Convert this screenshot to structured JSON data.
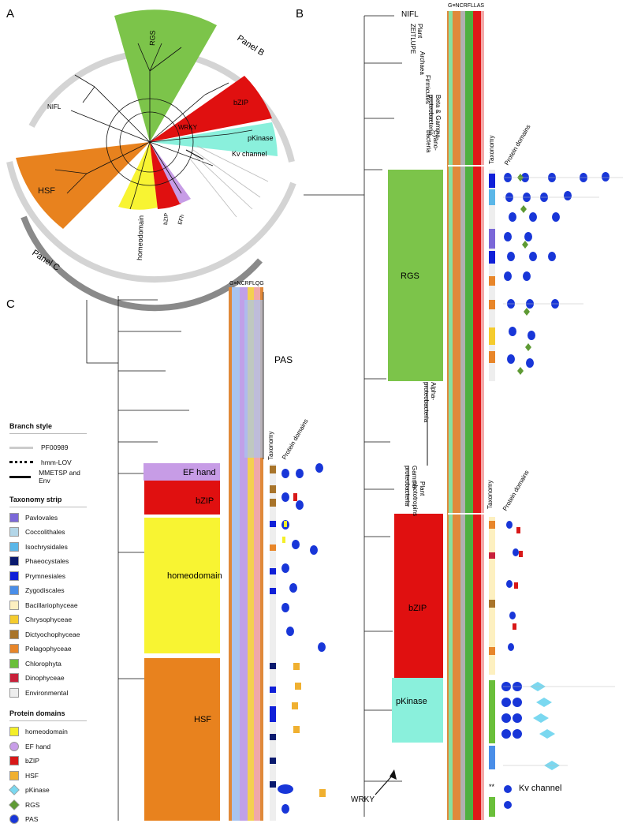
{
  "panels": {
    "a": "A",
    "b": "B",
    "c": "C"
  },
  "panel_a": {
    "arc_b": "Panel B",
    "arc_c": "Panel C",
    "clades": {
      "rgs": "RGS",
      "bzip": "bZIP",
      "pkinase": "pKinase",
      "kv": "Kv channel",
      "wrky": "WRKY",
      "hsf": "HSF",
      "homeodomain": "homeodomain",
      "bzip2": "bZIP",
      "efh": "EFh",
      "nifl": "NIFL"
    }
  },
  "panel_b": {
    "alignment_header": "G≡NCRFLLAS",
    "labels": {
      "nifl": "NIFL",
      "plant_zeitlupe": "Plant\nZEITLUPE",
      "archaea": "Archaea",
      "firmicutes": "Firmicutes",
      "beta_gamma": "Beta & Gamma-\nproteobacteria",
      "cyano": "Cyano-\nbacteria",
      "rgs": "RGS",
      "alpha": "Alpha-\nproteobacteria",
      "gamma": "Gamma-\nproteobacteria",
      "phototropins": "Plant\nphototropins",
      "bzip": "bZIP",
      "pkinase": "pKinase",
      "kv": "Kv channel",
      "wrky": "WRKY",
      "stars": "**"
    },
    "taxonomy_header": "Taxonomy",
    "domains_header": "Protein domains"
  },
  "panel_c": {
    "alignment_header": "G≡NCRFLQG",
    "labels": {
      "pas": "PAS",
      "ef_hand": "EF hand",
      "bzip": "bZIP",
      "homeodomain": "homeodomain",
      "hsf": "HSF"
    },
    "taxonomy_header": "Taxonomy",
    "domains_header": "Protein domains"
  },
  "legend": {
    "branch_title": "Branch style",
    "branch_styles": [
      {
        "label": "PF00989",
        "style": "solid-grey"
      },
      {
        "label": "hmm-LOV",
        "style": "dotted"
      },
      {
        "label": "MMETSP and Env",
        "style": "solid-black"
      }
    ],
    "taxonomy_title": "Taxonomy strip",
    "taxa": [
      {
        "label": "Pavlovales",
        "color": "#7b68d8"
      },
      {
        "label": "Coccolithales",
        "color": "#b3d6e8"
      },
      {
        "label": "Isochrysidales",
        "color": "#5bb7e8"
      },
      {
        "label": "Phaeocystales",
        "color": "#0a1a6e"
      },
      {
        "label": "Prymnesiales",
        "color": "#1020d8"
      },
      {
        "label": "Zygodiscales",
        "color": "#4a8ee8"
      },
      {
        "label": "Bacillariophyceae",
        "color": "#fdf0c0"
      },
      {
        "label": "Chrysophyceae",
        "color": "#f5cc2e"
      },
      {
        "label": "Dictyochophyceae",
        "color": "#a8742a"
      },
      {
        "label": "Pelagophyceae",
        "color": "#e8862a"
      },
      {
        "label": "Chlorophyta",
        "color": "#6abf3a"
      },
      {
        "label": "Dinophyceae",
        "color": "#c8213a"
      },
      {
        "label": "Environmental",
        "color": "#eeeeee"
      }
    ],
    "domains_title": "Protein domains",
    "domains": [
      {
        "label": "homeodomain",
        "shape": "square",
        "color": "#f4ef28"
      },
      {
        "label": "EF hand",
        "shape": "circle",
        "color": "#c89ee8"
      },
      {
        "label": "bZIP",
        "shape": "square",
        "color": "#d81818"
      },
      {
        "label": "HSF",
        "shape": "square",
        "color": "#f0b030"
      },
      {
        "label": "pKinase",
        "shape": "diamond",
        "color": "#7ad8f0"
      },
      {
        "label": "RGS",
        "shape": "diamond",
        "color": "#5e9a34"
      },
      {
        "label": "PAS",
        "shape": "circle",
        "color": "#1836d8"
      }
    ]
  },
  "colors": {
    "rgs": "#7cc44a",
    "bzip": "#e01010",
    "pkinase": "#8af0dc",
    "hsf": "#e8821e",
    "homeodomain": "#f8f432",
    "efh": "#c79ce6",
    "arc": "#d4d4d4",
    "arc_dark": "#8a8a8a"
  }
}
